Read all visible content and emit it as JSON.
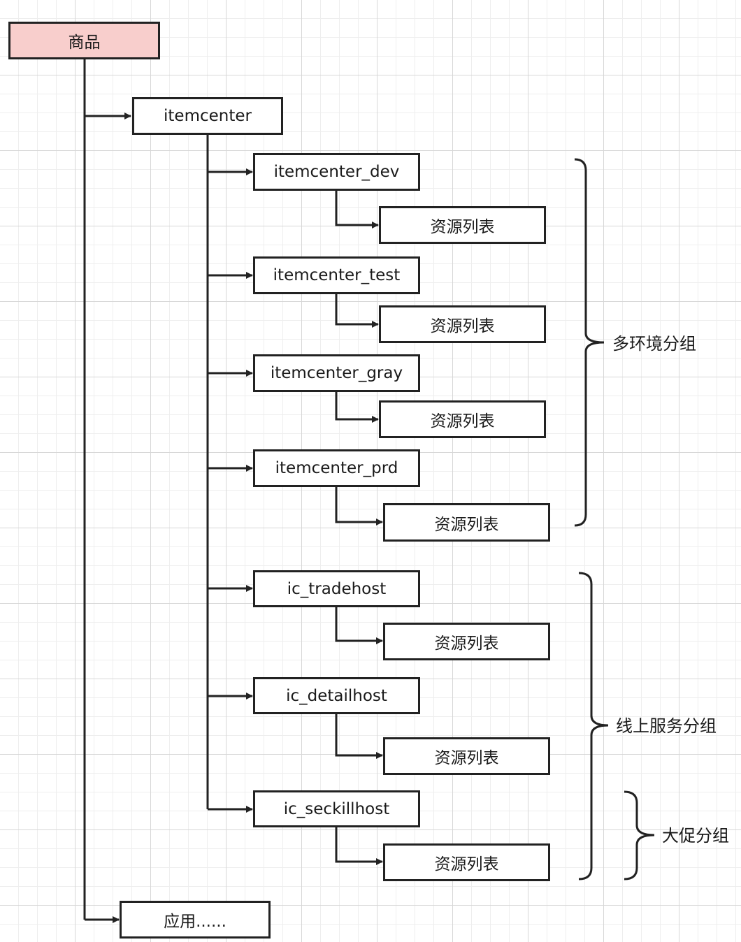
{
  "root": {
    "label": "商品"
  },
  "app": {
    "label": "itemcenter"
  },
  "env_groups": [
    {
      "name": "itemcenter_dev",
      "child": "资源列表"
    },
    {
      "name": "itemcenter_test",
      "child": "资源列表"
    },
    {
      "name": "itemcenter_gray",
      "child": "资源列表"
    },
    {
      "name": "itemcenter_prd",
      "child": "资源列表"
    }
  ],
  "service_groups": [
    {
      "name": "ic_tradehost",
      "child": "资源列表"
    },
    {
      "name": "ic_detailhost",
      "child": "资源列表"
    },
    {
      "name": "ic_seckillhost",
      "child": "资源列表"
    }
  ],
  "annotations": {
    "multi_env": "多环境分组",
    "online_service": "线上服务分组",
    "promotion": "大促分组"
  },
  "more_apps": {
    "label": "应用......"
  },
  "colors": {
    "root_fill": "#f8cecc",
    "stroke": "#222222",
    "grid": "#d7d7d7"
  }
}
